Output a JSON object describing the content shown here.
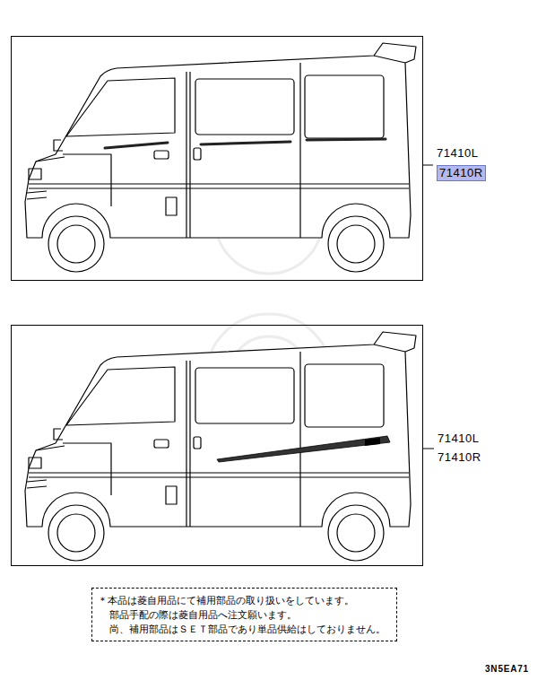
{
  "diagram": {
    "nodes": [
      {
        "text": [
          "＊本品は菱自用品にて補用部品の取り扱いをしています。",
          "部品手配の際は菱自用品へ注文願います。",
          "尚、補用部品はＳＥＴ部品であり単品供給はしておりません。"
        ]
      }
    ],
    "labels": [
      "71410L",
      "71410R",
      "71410L",
      "71410R",
      "3N5EA71"
    ]
  }
}
